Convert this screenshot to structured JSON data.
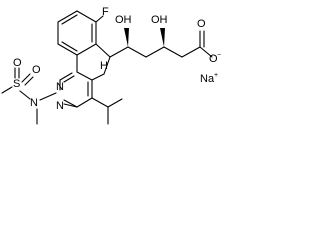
{
  "structure": {
    "atoms": {
      "fluorine": "F",
      "hydroxyl_1": "OH",
      "hydroxyl_2": "OH",
      "carbonyl_oxygen": "O",
      "carboxylate_oxygen": "O",
      "carboxylate_charge": "−",
      "sodium": "Na",
      "sodium_charge": "+",
      "sulfur": "S",
      "sulfonyl_oxygen_1": "O",
      "sulfonyl_oxygen_2": "O",
      "amine_nitrogen": "N",
      "ring_nitrogen_1": "N",
      "ring_nitrogen_2": "N",
      "hydrogen_label": "H"
    }
  }
}
